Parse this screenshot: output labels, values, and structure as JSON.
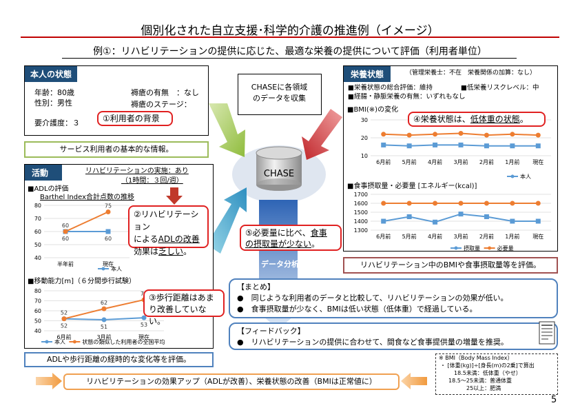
{
  "header": {
    "title": "個別化された自立支援･科学的介護の推進例（イメージ）",
    "subtitle": "例①：リハビリテーションの提供に応じた、最適な栄養の提供について評価（利用者単位）"
  },
  "profile": {
    "heading": "本人の状態",
    "age": "年齢：80歳",
    "sex": "性別：男性",
    "care_level": "要介護度：３",
    "pressure_ulcer": "褥瘡の有無　：なし",
    "ulcer_stage": "褥瘡のステージ：",
    "callout": "①利用者の背景",
    "footer": "サービス利用者の基本的な情報。"
  },
  "activity": {
    "heading": "活動",
    "rehab_line1": "リハビリテーションの実施：あり",
    "rehab_line2": "（1時間：３回/週）",
    "callout2_l1": "②リハビリテーション",
    "callout2_l2a": "による",
    "callout2_l2b": "ADLの改善",
    "callout2_l3a": "効果は",
    "callout2_l3b": "乏しい",
    "callout2_l3c": "。",
    "callout3_l1": "③歩行距離はあま",
    "callout3_l2": "り改善していない。",
    "footer": "ADLや歩行距離の経時的な変化等を評価。"
  },
  "center": {
    "collect_l1": "CHASEに各領域",
    "collect_l2": "のデータを収集",
    "db_label": "CHASE",
    "analysis": "データ分析"
  },
  "nutrition": {
    "heading": "栄養状態",
    "staff": "（管理栄養士：不在　栄養関係の加算：なし）",
    "item1": "■栄養状態の総合評価：維持",
    "item2": "■低栄養リスクレベル：中",
    "item3": "■経腸・静脈栄養の有無：いずれもなし",
    "callout4a": "④栄養状態は、",
    "callout4b": "低体重の状態",
    "callout4c": "。",
    "callout5_l1a": "⑤必要量に比べ、",
    "callout5_l1b": "食事",
    "callout5_l2a": "の摂取量が少ない",
    "callout5_l2b": "。",
    "footer": "リハビリテーション中のBMIや食事摂取量等を評価。"
  },
  "summary": {
    "title": "【まとめ】",
    "b1": "●　同じような利用者のデータと比較して、リハビリテーションの効果が低い。",
    "b2": "●　食事摂取量が少なく、BMIは低い状態（低体重）で経過している。"
  },
  "feedback": {
    "title": "【フィードバック】",
    "b1": "●　リハビリテーションの提供に合わせて、間食など食事提供量の増量を推奨。"
  },
  "bmi_note": {
    "l1": "※ BMI（Body Mass Index）",
    "l2": "・ [体重(kg)]÷[身長(m)の2乗]で算出",
    "l3": "18.5未満：低体重（やせ）",
    "l4": "18.5～25未満：普通体重",
    "l5": "25以上：肥満"
  },
  "bottom": {
    "result": "リハビリテーションの効果アップ（ADLが改善）、栄養状態の改善（BMIは正常値に）"
  },
  "page_number": "5",
  "colors": {
    "blue": "#5b9bd5",
    "orange": "#ed7d31",
    "navy": "#1f4e79",
    "red": "#e02020",
    "green": "#9bbb59"
  },
  "chart_data": [
    {
      "type": "line",
      "title": "■ADLの評価",
      "subtitle": "Barthel Index合計点数の推移",
      "categories": [
        "半年前",
        "現在"
      ],
      "ylim": [
        40,
        80
      ],
      "yticks": [
        40,
        50,
        60,
        70,
        80
      ],
      "series": [
        {
          "name": "本人",
          "color": "#5b9bd5",
          "values": [
            60,
            60
          ]
        },
        {
          "name": "",
          "color": "#ed7d31",
          "values": [
            60,
            75
          ]
        }
      ]
    },
    {
      "type": "line",
      "title": "■移動能力[m]（６分間歩行試験）",
      "categories": [
        "6月前",
        "3月前",
        "現在"
      ],
      "ylim": [
        40,
        80
      ],
      "yticks": [
        40,
        50,
        60,
        70,
        80
      ],
      "series": [
        {
          "name": "本人",
          "color": "#5b9bd5",
          "values": [
            52,
            51,
            53
          ]
        },
        {
          "name": "状態の類似した利用者の全国平均",
          "color": "#ed7d31",
          "values": [
            52,
            62,
            71
          ]
        }
      ]
    },
    {
      "type": "line",
      "title": "■BMI(※)の変化",
      "categories": [
        "6月前",
        "5月前",
        "4月前",
        "3月前",
        "2月前",
        "1月前",
        "現在"
      ],
      "ylim": [
        10,
        30
      ],
      "yticks": [
        10,
        20,
        30
      ],
      "series": [
        {
          "name": "本人",
          "color": "#5b9bd5",
          "values": [
            16,
            15.5,
            16,
            16,
            15.5,
            15.5,
            15.5
          ]
        },
        {
          "name": "",
          "color": "#ed7d31",
          "values": [
            22,
            21.5,
            22,
            22.5,
            21.5,
            22,
            21.5
          ]
        }
      ]
    },
    {
      "type": "line",
      "title": "■食事摂取量・必要量 [エネルギー(kcal)]",
      "categories": [
        "6月前",
        "5月前",
        "4月前",
        "3月前",
        "2月前",
        "1月前",
        "現在"
      ],
      "ylim": [
        1300,
        1700
      ],
      "yticks": [
        1300,
        1400,
        1500,
        1600,
        1700
      ],
      "series": [
        {
          "name": "摂取量",
          "color": "#5b9bd5",
          "values": [
            1400,
            1450,
            1390,
            1480,
            1450,
            1400,
            1400
          ]
        },
        {
          "name": "必要量",
          "color": "#ed7d31",
          "values": [
            1600,
            1600,
            1600,
            1600,
            1600,
            1600,
            1600
          ]
        }
      ]
    }
  ]
}
